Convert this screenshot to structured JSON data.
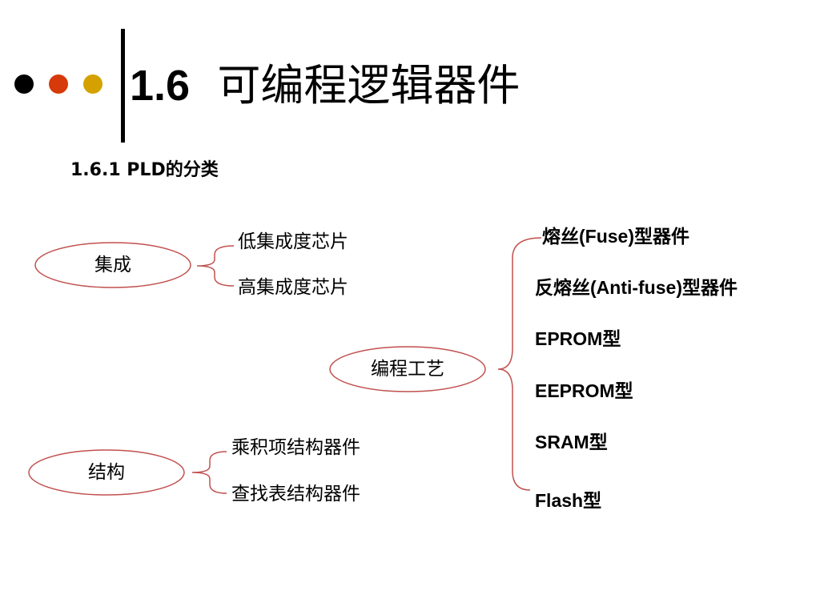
{
  "title": {
    "num": "1.6",
    "text": "可编程逻辑器件"
  },
  "subtitle": "1.6.1  PLD的分类",
  "colors": {
    "dot1": "#000000",
    "dot2": "#d63a0a",
    "dot3": "#d4a100",
    "oval": "#c0504d"
  },
  "integration": {
    "label": "集成",
    "items": [
      "低集成度芯片",
      "高集成度芯片"
    ]
  },
  "structure": {
    "label": "结构",
    "items": [
      "乘积项结构器件",
      "查找表结构器件"
    ]
  },
  "process": {
    "label": "编程工艺",
    "items": [
      "熔丝(Fuse)型器件",
      "反熔丝(Anti-fuse)型器件",
      "EPROM型",
      "EEPROM型",
      "SRAM型",
      "Flash型"
    ]
  }
}
